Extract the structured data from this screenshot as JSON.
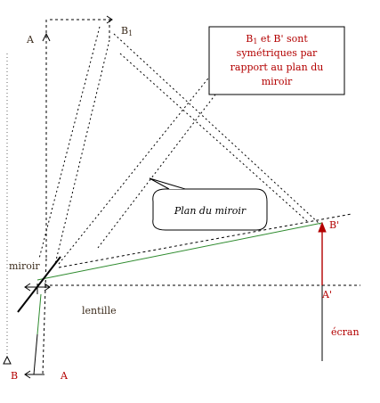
{
  "labels": {
    "A_top": "A",
    "B1": "B",
    "B1_sub": "1",
    "B_prime": "B'",
    "A_prime": "A'",
    "miroir": "miroir",
    "lentille": "lentille",
    "ecran": "écran",
    "B_bottom": "B",
    "A_bottom": "A"
  },
  "note": {
    "line1_B": "B",
    "line1_sub": "1",
    "line1_rest": " et B' sont",
    "line2": "symétriques par",
    "line3": "rapport au plan du",
    "line4": "miroir"
  },
  "callout": {
    "text": "Plan du miroir"
  },
  "colors": {
    "green_ray": "#2e8b2e",
    "red_image": "#b30000",
    "note_border": "#000000",
    "dashed": "#000000"
  }
}
